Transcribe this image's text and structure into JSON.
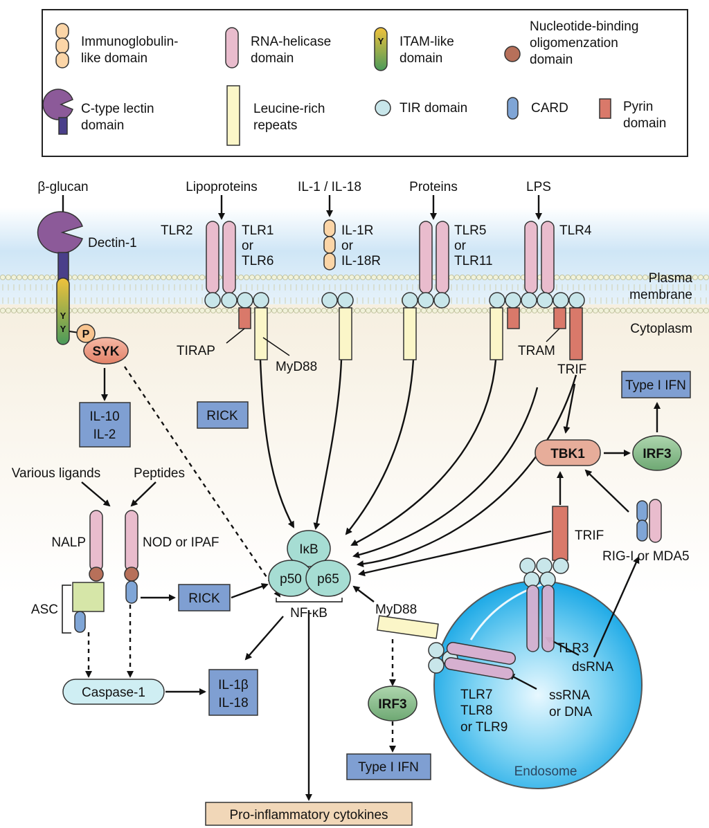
{
  "legend": {
    "items": [
      {
        "label_line1": "Immunoglobulin-",
        "label_line2": "like domain",
        "icon": "immunoglobulin-domain-icon"
      },
      {
        "label_line1": "RNA-helicase",
        "label_line2": "domain",
        "icon": "rna-helicase-domain-icon"
      },
      {
        "label_line1": "ITAM-like",
        "label_line2": "domain",
        "icon": "itam-domain-icon",
        "icon_text": "Y"
      },
      {
        "label_line1": "Nucleotide-binding",
        "label_line2": "oligomenzation",
        "label_line3": "domain",
        "icon": "nod-domain-icon"
      },
      {
        "label_line1": "C-type lectin",
        "label_line2": "domain",
        "icon": "c-type-lectin-icon"
      },
      {
        "label_line1": "Leucine-rich",
        "label_line2": "repeats",
        "icon": "leucine-rich-icon"
      },
      {
        "label_line1": "TIR domain",
        "icon": "tir-domain-icon"
      },
      {
        "label_line1": "CARD",
        "icon": "card-domain-icon"
      },
      {
        "label_line1": "Pyrin",
        "label_line2": "domain",
        "icon": "pyrin-domain-icon"
      }
    ]
  },
  "ligands": {
    "beta_glucan": "β-glucan",
    "lipoproteins": "Lipoproteins",
    "il1_il18": "IL-1 / IL-18",
    "proteins": "Proteins",
    "lps": "LPS",
    "various": "Various ligands",
    "peptides": "Peptides",
    "dsrna": "dsRNA",
    "ssrna_1": "ssRNA",
    "ssrna_2": "or DNA"
  },
  "receptors": {
    "dectin": "Dectin-1",
    "tlr2": "TLR2",
    "tlr1_1": "TLR1",
    "tlr1_2": "or",
    "tlr1_3": "TLR6",
    "il1r_1": "IL-1R",
    "il1r_2": "or",
    "il1r_3": "IL-18R",
    "tlr5_1": "TLR5",
    "tlr5_2": "or",
    "tlr5_3": "TLR11",
    "tlr4": "TLR4",
    "nalp": "NALP",
    "nod": "NOD or IPAF",
    "tlr3": "TLR3",
    "tlr7_1": "TLR7",
    "tlr7_2": "TLR8",
    "tlr7_3": "or TLR9",
    "rigi": "RIG-I or MDA5"
  },
  "compartments": {
    "plasma_1": "Plasma",
    "plasma_2": "membrane",
    "cytoplasm": "Cytoplasm",
    "endosome": "Endosome"
  },
  "adaptors": {
    "tirap": "TIRAP",
    "myd88": "MyD88",
    "tram": "TRAM",
    "trif": "TRIF",
    "trif_endo": "TRIF",
    "myd88_endo": "MyD88",
    "asc": "ASC",
    "itam_y1": "Y",
    "itam_y2": "Y"
  },
  "nodes": {
    "syk": "SYK",
    "p": "P",
    "tbk1": "TBK1",
    "irf3_top": "IRF3",
    "irf3_bottom": "IRF3",
    "ikb": "IκB",
    "p50": "p50",
    "p65": "p65",
    "nfkb": "NF-κB",
    "caspase": "Caspase-1"
  },
  "outputs": {
    "il10_1": "IL-10",
    "il10_2": "IL-2",
    "rick_top": "RICK",
    "rick_mid": "RICK",
    "il1b_1": "IL-1β",
    "il1b_2": "IL-18",
    "type1_top": "Type I IFN",
    "type1_bottom": "Type I IFN",
    "proinflam": "Pro-inflammatory cytokines"
  },
  "colors": {
    "tir": "#c8e6ea",
    "helicase": "#e9bccd",
    "leucine": "#fbf6c8",
    "card": "#7fa5d6",
    "pyrin": "#d9796a",
    "nod": "#b7705a",
    "output_box": "#7f9fd2",
    "syk": "#ee9a86",
    "irf3": "#88bb8b",
    "tbk1": "#e7ad9a",
    "caspase": "#cfeef3",
    "asc_box": "#d6e6a8",
    "proinflam_box": "#f1d7b8",
    "endosome": "#29b6ec",
    "dectin": "#8c5a99"
  }
}
